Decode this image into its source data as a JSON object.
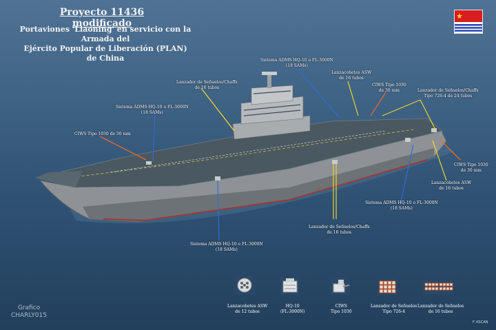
{
  "header": {
    "title": "Proyecto 11436 modificado",
    "subtitle_line1": "Portaviones 'Liaoning' en servicio con la Armada del",
    "subtitle_line2": "Ejército Popular de Liberación (PLAN) de China"
  },
  "callouts": [
    {
      "l1": "Sistema ADMS HQ-10 o FL-3000N",
      "l2": "(18 SAMs)"
    },
    {
      "l1": "Lanzador de Señuelos/Chaffs",
      "l2": "de 16 tubos"
    },
    {
      "l1": "Lanzacohetes ASW",
      "l2": "de 16 tubos"
    },
    {
      "l1": "CIWS Tipo 1030",
      "l2": "de 30 mm"
    },
    {
      "l1": "Lanzador de Señuelos/Chaffs",
      "l2": "Tipo 726-4 de 24 tubos"
    },
    {
      "l1": "Sistema ADMS HQ-10 o FL-3000N",
      "l2": "(18 SAMs)"
    },
    {
      "l1": "CIWS Tipo 1030 de 30 mm",
      "l2": ""
    },
    {
      "l1": "CIWS Tipo 1030",
      "l2": "de 30 mm"
    },
    {
      "l1": "Lanzacohetes ASW",
      "l2": "de 16 tubos"
    },
    {
      "l1": "Sistema ADMS HQ-10 o FL-3000N",
      "l2": "(18 SAMs)"
    },
    {
      "l1": "Lanzador de Señuelos/Chaffs",
      "l2": "de 16 tubos"
    },
    {
      "l1": "Sistema ADMS HQ-10 o FL-3000N",
      "l2": "(18 SAMs)"
    }
  ],
  "legend": [
    {
      "l1": "Lanzacohetes ASW",
      "l2": "de 12 tubos"
    },
    {
      "l1": "HQ-10",
      "l2": "(FL-3000N)"
    },
    {
      "l1": "CIWS",
      "l2": "Tipo 1030"
    },
    {
      "l1": "Lanzador de Señuelos",
      "l2": "Tipo 726-4"
    },
    {
      "l1": "Lanzador de Señuelos",
      "l2": "de 16 tubos"
    }
  ],
  "credit": {
    "line1": "Grafico",
    "line2": "CHARLY015"
  },
  "signature": "F. KSCAN",
  "colors": {
    "sea": "#2f5274",
    "hull": "#8f9397",
    "deck": "#4b5963",
    "line_blue": "#2e6bd8",
    "line_yellow": "#f2d229",
    "line_orange": "#e8662a",
    "flag_red": "#d81e1e",
    "flag_blue": "#1f3fb0"
  }
}
